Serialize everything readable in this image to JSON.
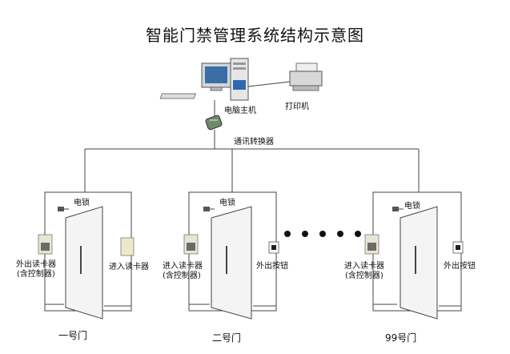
{
  "title": "智能门禁管理系统结构示意图",
  "pc_label": "电脑主机",
  "printer_label": "打印机",
  "converter_label": "通讯转换器",
  "doors": [
    {
      "name": "一号门",
      "lock_label": "电锁",
      "left_device": {
        "label": "外出读卡器",
        "sub": "(含控制器)"
      },
      "right_device": {
        "label": "进入读卡器",
        "sub": ""
      }
    },
    {
      "name": "二号门",
      "lock_label": "电锁",
      "left_device": {
        "label": "进入读卡器",
        "sub": "(含控制器)"
      },
      "right_device": {
        "label": "外出按钮",
        "sub": ""
      }
    },
    {
      "name": "99号门",
      "lock_label": "电锁",
      "left_device": {
        "label": "进入读卡器",
        "sub": "(含控制器)"
      },
      "right_device": {
        "label": "外出按钮",
        "sub": ""
      }
    }
  ]
}
